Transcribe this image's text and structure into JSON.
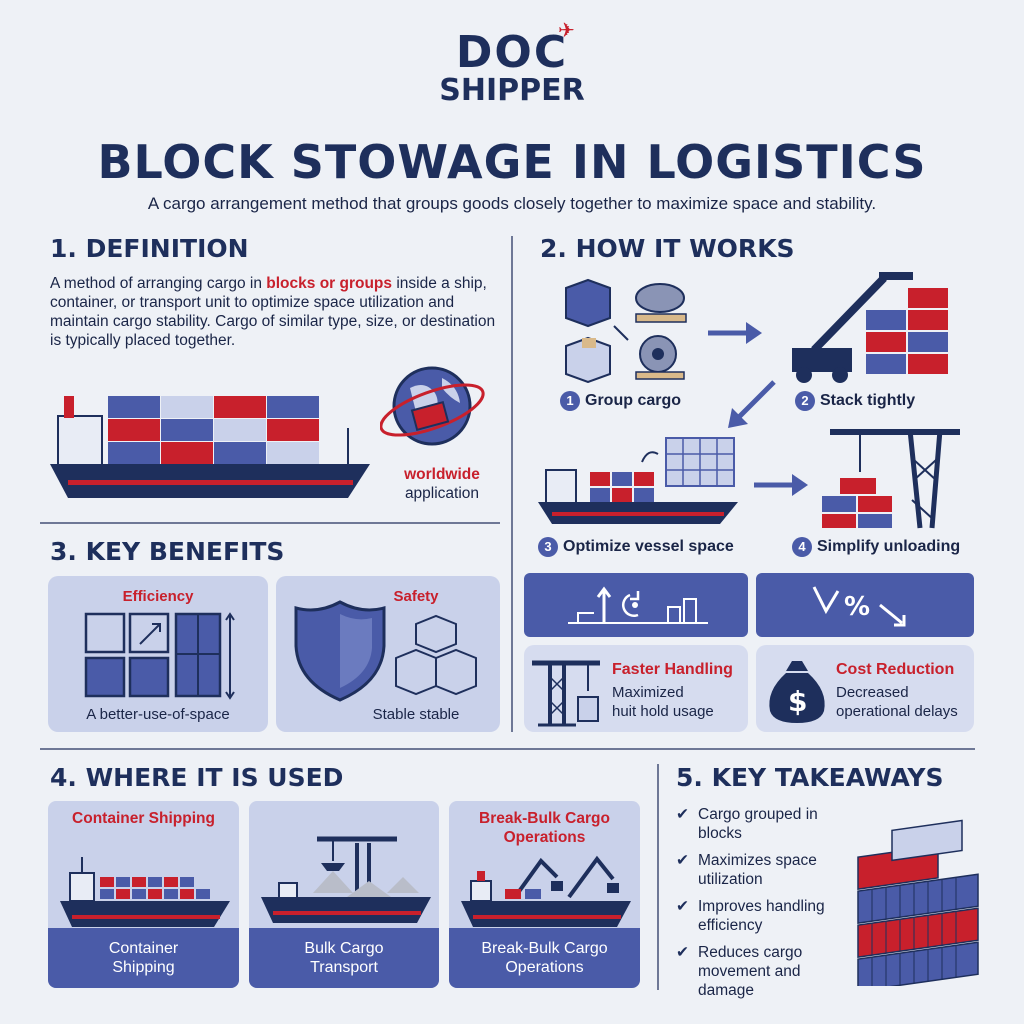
{
  "logo": {
    "top": "DOC",
    "bottom": "SHIPPER"
  },
  "title": "BLOCK STOWAGE IN LOGISTICS",
  "subtitle": "A cargo arrangement method that groups goods closely together to maximize space and stability.",
  "definition": {
    "heading": "1. DEFINITION",
    "text_before": "A method of arranging cargo in ",
    "highlight": "blocks or groups",
    "text_after": " inside a ship, container, or transport unit to optimize space utilization and maintain cargo stability. Cargo of similar type, size, or destination is typically placed together.",
    "globe_label_1": "worldwide",
    "globe_label_2": "application"
  },
  "how_it_works": {
    "heading": "2. HOW IT WORKS",
    "steps": [
      {
        "num": "1",
        "label": "Group cargo"
      },
      {
        "num": "2",
        "label": "Stack tightly"
      },
      {
        "num": "3",
        "label": "Optimize vessel space"
      },
      {
        "num": "4",
        "label": "Simplify unloading"
      }
    ]
  },
  "benefits": {
    "heading": "3. KEY BENEFITS",
    "cards": [
      {
        "title": "Efficiency",
        "caption": "A better-use-of-space"
      },
      {
        "title": "Safety",
        "caption": "Stable stable"
      }
    ],
    "extra": [
      {
        "title": "Faster Handling",
        "desc_1": "Maximized",
        "desc_2": "huit hold usage"
      },
      {
        "title": "Cost Reduction",
        "desc_1": "Decreased",
        "desc_2": "operational delays"
      }
    ]
  },
  "where_used": {
    "heading": "4. WHERE IT IS USED",
    "cards": [
      {
        "title_1": "Container Shipping",
        "title_2": "",
        "foot_1": "Container",
        "foot_2": "Shipping"
      },
      {
        "title_1": "",
        "title_2": "",
        "foot_1": "Bulk Cargo",
        "foot_2": "Transport"
      },
      {
        "title_1": "Break-Bulk Cargo",
        "title_2": "Operations",
        "foot_1": "Break-Bulk Cargo",
        "foot_2": "Operations"
      }
    ]
  },
  "takeaways": {
    "heading": "5. KEY TAKEAWAYS",
    "items": [
      "Cargo grouped in blocks",
      "Maximizes space utilization",
      "Improves handling efficiency",
      "Reduces cargo movement and damage"
    ]
  },
  "colors": {
    "navy": "#1e2f5c",
    "red": "#c8202c",
    "blue": "#4a5ba8",
    "card": "#c9d1ea",
    "background": "#eef1f6"
  }
}
